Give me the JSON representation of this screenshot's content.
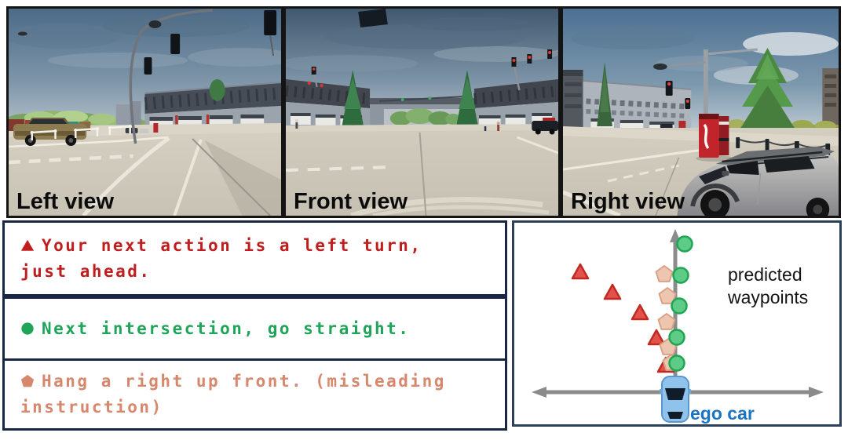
{
  "figure": {
    "views": [
      {
        "label": "Left view"
      },
      {
        "label": "Front view"
      },
      {
        "label": "Right view"
      }
    ],
    "instructions": [
      {
        "marker": "triangle",
        "color": "#c01e1e",
        "text": "Your next action is a left turn,\njust ahead."
      },
      {
        "marker": "circle",
        "color": "#1fa45a",
        "text": "Next intersection, go straight."
      },
      {
        "marker": "pentagon",
        "color": "#d6876c",
        "text": "Hang a right up front. (misleading\ninstruction)"
      }
    ],
    "diagram": {
      "labels": {
        "waypoints": "predicted waypoints",
        "ego": "ego car"
      },
      "ego_label_color": "#1a74c4",
      "axis_color": "#8b8b8b",
      "series": [
        {
          "name": "left-turn-waypoints",
          "shape": "triangle",
          "fill": "#e2514a",
          "stroke": "#bf2b22",
          "points": [
            [
              84,
              64
            ],
            [
              125,
              90
            ],
            [
              160,
              116
            ],
            [
              181,
              148
            ],
            [
              193,
              183
            ]
          ]
        },
        {
          "name": "misleading-waypoints",
          "shape": "pentagon",
          "fill": "#eec6b0",
          "stroke": "#d8a288",
          "points": [
            [
              191,
              66
            ],
            [
              195,
              94
            ],
            [
              194,
              127
            ],
            [
              196,
              159
            ],
            [
              200,
              179
            ]
          ]
        },
        {
          "name": "straight-waypoints",
          "shape": "circle",
          "fill": "#5ecb86",
          "stroke": "#1ea654",
          "points": [
            [
              217,
              27
            ],
            [
              212,
              67
            ],
            [
              210,
              106
            ],
            [
              207,
              146
            ],
            [
              207,
              179
            ]
          ]
        }
      ]
    }
  }
}
